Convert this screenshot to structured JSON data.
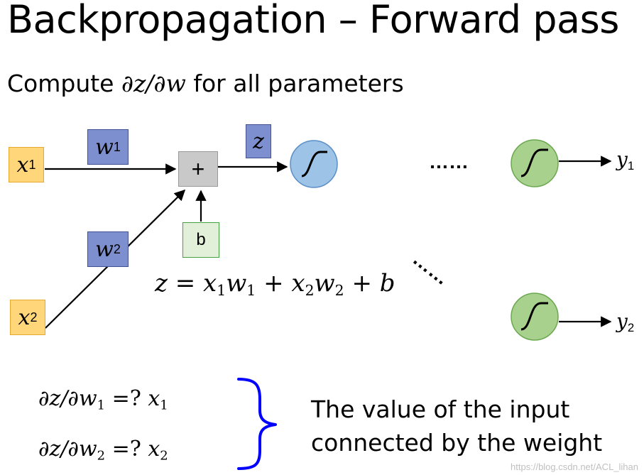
{
  "title": "Backpropagation – Forward pass",
  "subtitle_prefix": "Compute ",
  "subtitle_math": "∂z/∂w",
  "subtitle_suffix": " for all parameters",
  "nodes": {
    "x1": {
      "symbol": "x",
      "sub": "1"
    },
    "x2": {
      "symbol": "x",
      "sub": "2"
    },
    "w1": {
      "symbol": "w",
      "sub": "1"
    },
    "w2": {
      "symbol": "w",
      "sub": "2"
    },
    "sum": "+",
    "z": "z",
    "b": "b",
    "y1": {
      "symbol": "y",
      "sub": "1"
    },
    "y2": {
      "symbol": "y",
      "sub": "2"
    }
  },
  "ellipsis": "……",
  "equation": {
    "lhs": "z = x",
    "s1": "1",
    "t1": "w",
    "s2": "1",
    "plus": " + x",
    "s3": "2",
    "t2": "w",
    "s4": "2",
    "tail": " + b"
  },
  "derivatives": [
    {
      "lhs": "∂z/∂w",
      "sub": "1",
      "mid": " =? ",
      "rhs": "x",
      "rsub": "1"
    },
    {
      "lhs": "∂z/∂w",
      "sub": "2",
      "mid": " =? ",
      "rhs": "x",
      "rsub": "2"
    }
  ],
  "explanation": [
    "The value of the input",
    "connected by the weight"
  ],
  "watermark": "https://blog.csdn.net/ACL_lihan",
  "colors": {
    "input_fill": "#ffd67a",
    "weight_fill": "#7d8fcf",
    "sum_fill": "#c9c9c9",
    "bias_fill": "#e2f0d9",
    "blue_neuron": "#9dc3e6",
    "green_neuron": "#a9d18e",
    "brace": "#0000ff"
  }
}
